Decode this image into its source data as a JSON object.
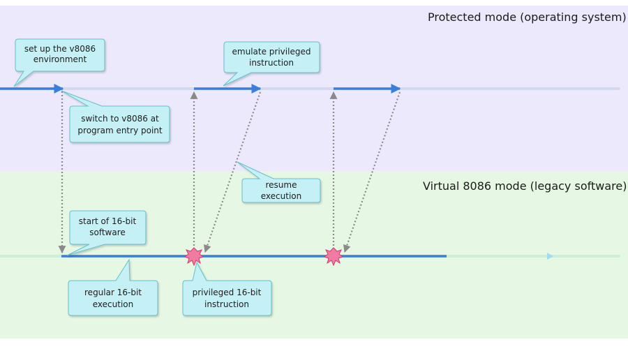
{
  "bands": {
    "protected": {
      "title": "Protected mode (operating system)",
      "color": "#ebe9fb"
    },
    "virtual": {
      "title": "Virtual 8086 mode (legacy software)",
      "color": "#e6f7e3"
    }
  },
  "colors": {
    "arrow": "#3b7fde",
    "timeline_faint": "#d4d9f2",
    "transition": "#8a8a8a",
    "callout_fill": "#c5f1f6",
    "callout_stroke": "#63bfcd",
    "burst_fill": "#f17ba2",
    "burst_stroke": "#cf3a6e"
  },
  "callouts": [
    {
      "id": "setup",
      "lines": [
        "set up the v8086",
        "environment"
      ]
    },
    {
      "id": "switch",
      "lines": [
        "switch to v8086 at",
        "program entry point"
      ]
    },
    {
      "id": "emulate",
      "lines": [
        "emulate privileged",
        "instruction"
      ]
    },
    {
      "id": "resume",
      "lines": [
        "resume",
        "execution"
      ]
    },
    {
      "id": "start",
      "lines": [
        "start of 16-bit",
        "software"
      ]
    },
    {
      "id": "regular",
      "lines": [
        "regular 16-bit",
        "execution"
      ]
    },
    {
      "id": "privileged",
      "lines": [
        "privileged 16-bit",
        "instruction"
      ]
    }
  ],
  "events": [
    {
      "id": "enter_v86",
      "type": "enter-virtual-mode"
    },
    {
      "id": "trap_1",
      "type": "privileged-instruction-trap"
    },
    {
      "id": "trap_2",
      "type": "privileged-instruction-trap"
    }
  ]
}
